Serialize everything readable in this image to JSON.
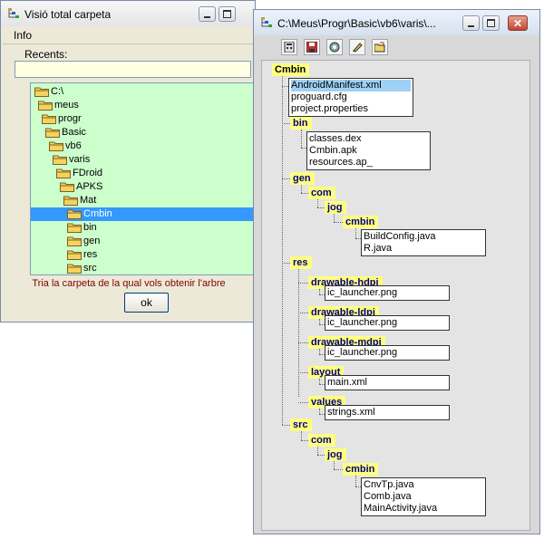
{
  "left_window": {
    "title": "Visió total carpeta",
    "menu": "Info",
    "recents_label": "Recents:",
    "recents_value": "",
    "folders": [
      {
        "name": "C:\\",
        "depth": 0
      },
      {
        "name": "meus",
        "depth": 1
      },
      {
        "name": "progr",
        "depth": 2
      },
      {
        "name": "Basic",
        "depth": 3
      },
      {
        "name": "vb6",
        "depth": 4
      },
      {
        "name": "varis",
        "depth": 5
      },
      {
        "name": "FDroid",
        "depth": 6
      },
      {
        "name": "APKS",
        "depth": 7
      },
      {
        "name": "Mat",
        "depth": 8
      },
      {
        "name": "Cmbin",
        "depth": 9,
        "selected": true
      },
      {
        "name": "bin",
        "depth": 9
      },
      {
        "name": "gen",
        "depth": 9
      },
      {
        "name": "res",
        "depth": 9
      },
      {
        "name": "src",
        "depth": 9
      }
    ],
    "hint": "Tria la carpeta de la qual vols obtenir l'arbre",
    "ok_label": "ok"
  },
  "right_window": {
    "title": "C:\\Meus\\Progr\\Basic\\vb6\\varis\\...",
    "toolbar_icons": [
      "calculator-icon",
      "save-icon",
      "settings-icon",
      "edit-icon",
      "folder-open-icon"
    ],
    "tree": {
      "root": "Cmbin",
      "root_files": [
        "AndroidManifest.xml",
        "proguard.cfg",
        "project.properties"
      ],
      "bin": {
        "name": "bin",
        "files": [
          "classes.dex",
          "Cmbin.apk",
          "resources.ap_"
        ]
      },
      "gen": {
        "name": "gen",
        "com": "com",
        "jog": "jog",
        "cmbin": "cmbin",
        "files": [
          "BuildConfig.java",
          "R.java"
        ]
      },
      "res": {
        "name": "res",
        "dirs": [
          {
            "name": "drawable-hdpi",
            "files": [
              "ic_launcher.png"
            ]
          },
          {
            "name": "drawable-ldpi",
            "files": [
              "ic_launcher.png"
            ]
          },
          {
            "name": "drawable-mdpi",
            "files": [
              "ic_launcher.png"
            ]
          },
          {
            "name": "layout",
            "files": [
              "main.xml"
            ]
          },
          {
            "name": "values",
            "files": [
              "strings.xml"
            ]
          }
        ]
      },
      "src": {
        "name": "src",
        "com": "com",
        "jog": "jog",
        "cmbin": "cmbin",
        "files": [
          "CnvTp.java",
          "Comb.java",
          "MainActivity.java"
        ]
      }
    }
  }
}
